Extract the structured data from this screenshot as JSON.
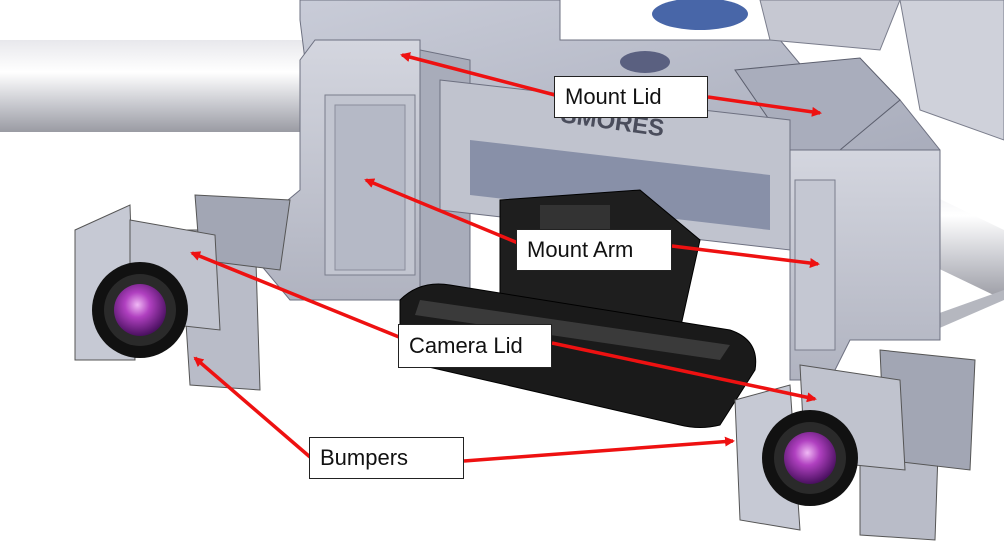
{
  "labels": {
    "mount_lid": "Mount Lid",
    "mount_arm": "Mount Arm",
    "camera_lid": "Camera Lid",
    "bumpers": "Bumpers"
  },
  "engraving": "SMORES",
  "colors": {
    "arrow": "#ee1111",
    "metal_light": "#d9dbe3",
    "metal_mid": "#b8bcc8",
    "metal_dark": "#8c90a0",
    "lens": "#b040c0",
    "black_part": "#1a1a1a"
  }
}
